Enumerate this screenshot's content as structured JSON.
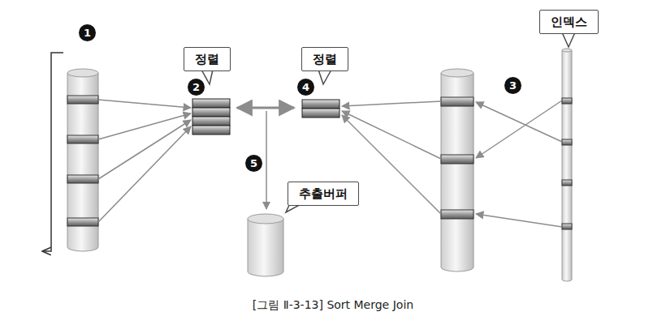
{
  "diagram": {
    "caption": "[그림 Ⅱ-3-13] Sort Merge Join",
    "nodes": [
      {
        "text": [
          "정렬"
        ]
      },
      {
        "text": [
          "정렬"
        ]
      },
      {
        "text": [
          "인덱스"
        ]
      },
      {
        "text": [
          "추출버퍼"
        ]
      }
    ],
    "labels": [
      "1",
      "2",
      "3",
      "4",
      "5"
    ]
  }
}
